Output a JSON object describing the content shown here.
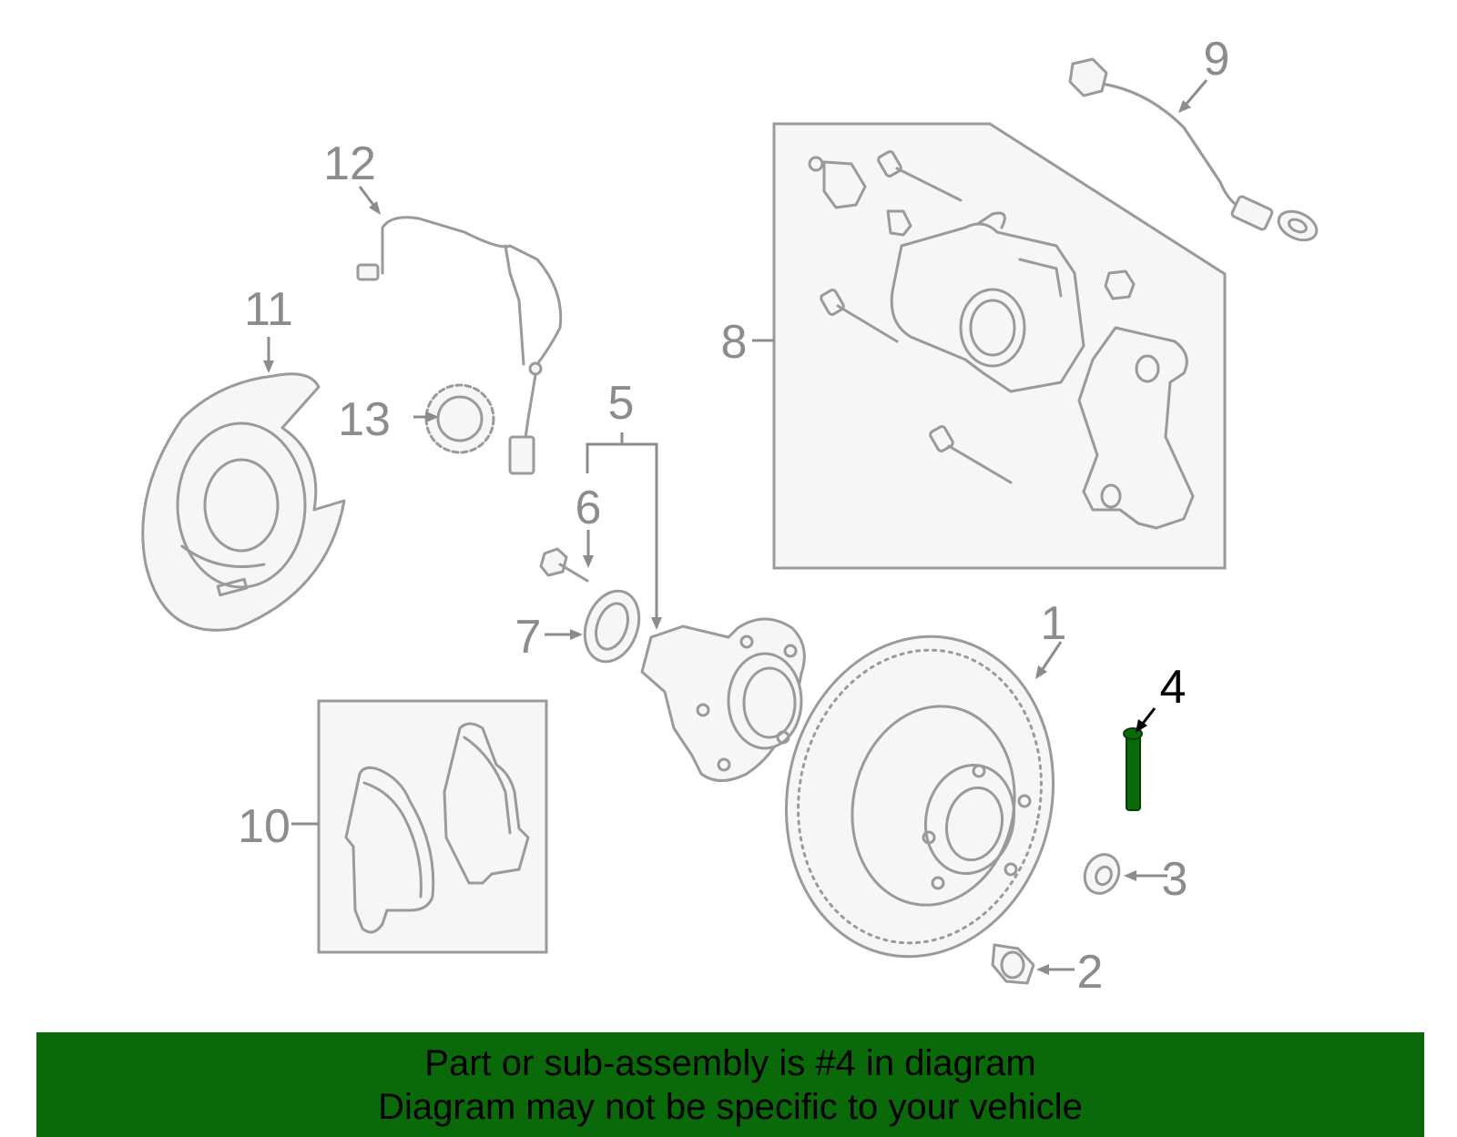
{
  "callouts": {
    "n1": "1",
    "n2": "2",
    "n3": "3",
    "n4": "4",
    "n5": "5",
    "n6": "6",
    "n7": "7",
    "n8": "8",
    "n9": "9",
    "n10": "10",
    "n11": "11",
    "n12": "12",
    "n13": "13"
  },
  "highlight": {
    "part_number": "4",
    "color": "#0a6a0a"
  },
  "banner": {
    "line1": "Part or sub-assembly is #4 in diagram",
    "line2": "Diagram may not be specific to your vehicle",
    "background": "#0a6a0a"
  }
}
